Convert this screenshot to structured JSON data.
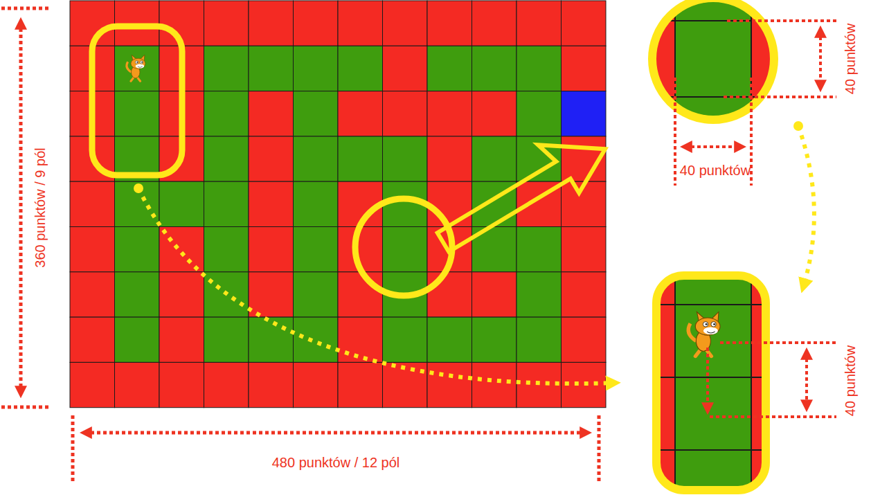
{
  "diagram": {
    "labels": [
      "40 punktów",
      "360 punktów / 9 pól",
      "40 punktów",
      "40 punktów",
      "480 punktów / 12 pól"
    ]
  }
}
